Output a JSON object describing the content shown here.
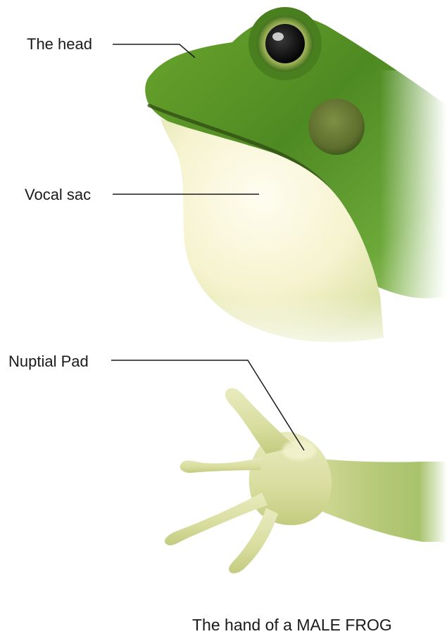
{
  "labels": {
    "head": "The head",
    "vocal_sac": "Vocal sac",
    "nuptial_pad": "Nuptial Pad"
  },
  "caption": "The hand of a MALE FROG",
  "colors": {
    "skin_green": "#5f9a2a",
    "dark_green": "#3c6e1a",
    "sac_cream": "#fbf8da",
    "hand_cream": "#dfe3a8",
    "label_line": "#1a1a1a"
  }
}
